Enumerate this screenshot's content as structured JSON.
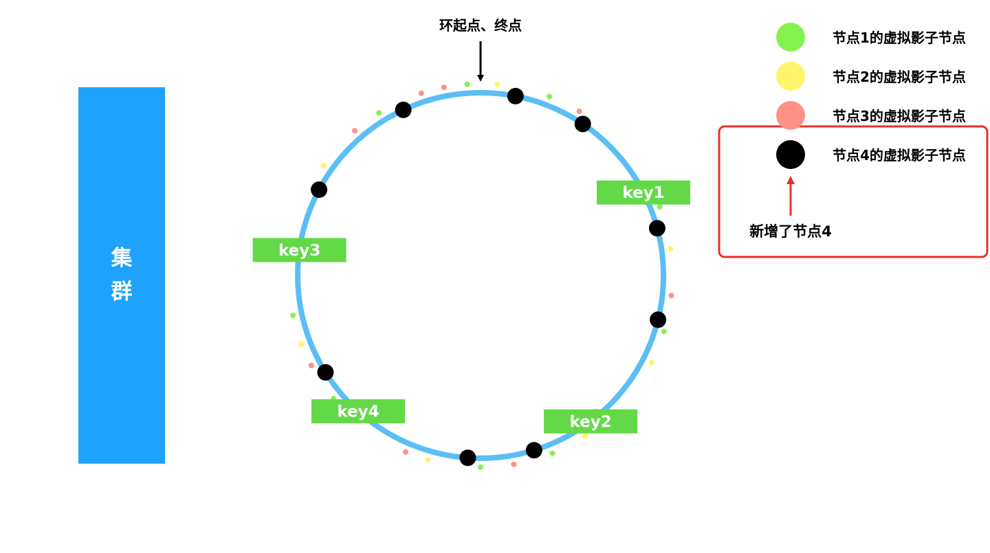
{
  "cluster": {
    "label": "集群",
    "color": "#1fa2fb"
  },
  "ring": {
    "start_label": "环起点、终点",
    "color": "#5bbef5"
  },
  "keys": [
    {
      "label": "key1",
      "angle_deg": 63
    },
    {
      "label": "key2",
      "angle_deg": 143
    },
    {
      "label": "key3",
      "angle_deg": 278
    },
    {
      "label": "key4",
      "angle_deg": 222
    }
  ],
  "key_color": "#63d948",
  "node_colors": {
    "node1": "#86f24f",
    "node2": "#fff56a",
    "node3": "#ff9088",
    "node4": "#000000"
  },
  "virtual_nodes": [
    {
      "node": "node4",
      "angle": 11
    },
    {
      "node": "node4",
      "angle": 34
    },
    {
      "node": "node4",
      "angle": 75
    },
    {
      "node": "node4",
      "angle": 104
    },
    {
      "node": "node4",
      "angle": 141
    },
    {
      "node": "node4",
      "angle": 163
    },
    {
      "node": "node4",
      "angle": 184
    },
    {
      "node": "node4",
      "angle": 238
    },
    {
      "node": "node4",
      "angle": 298
    },
    {
      "node": "node4",
      "angle": 335
    },
    {
      "node": "node1",
      "angle": 356
    },
    {
      "node": "node2",
      "angle": 5
    },
    {
      "node": "node1",
      "angle": 21
    },
    {
      "node": "node3",
      "angle": 31
    },
    {
      "node": "node1",
      "angle": 69
    },
    {
      "node": "node2",
      "angle": 82
    },
    {
      "node": "node3",
      "angle": 96
    },
    {
      "node": "node1",
      "angle": 107
    },
    {
      "node": "node2",
      "angle": 117
    },
    {
      "node": "node3",
      "angle": 139
    },
    {
      "node": "node2",
      "angle": 147
    },
    {
      "node": "node1",
      "angle": 158
    },
    {
      "node": "node3",
      "angle": 170
    },
    {
      "node": "node1",
      "angle": 180
    },
    {
      "node": "node2",
      "angle": 196
    },
    {
      "node": "node3",
      "angle": 203
    },
    {
      "node": "node1",
      "angle": 224
    },
    {
      "node": "node1",
      "angle": 230
    },
    {
      "node": "node3",
      "angle": 242
    },
    {
      "node": "node2",
      "angle": 249
    },
    {
      "node": "node1",
      "angle": 258
    },
    {
      "node": "node2",
      "angle": 305
    },
    {
      "node": "node3",
      "angle": 319
    },
    {
      "node": "node1",
      "angle": 328
    },
    {
      "node": "node3",
      "angle": 342
    },
    {
      "node": "node3",
      "angle": 349
    }
  ],
  "legend": [
    {
      "node": "node1",
      "label": "节点1的虚拟影子节点"
    },
    {
      "node": "node2",
      "label": "节点2的虚拟影子节点"
    },
    {
      "node": "node3",
      "label": "节点3的虚拟影子节点"
    },
    {
      "node": "node4",
      "label": "节点4的虚拟影子节点"
    }
  ],
  "callout": {
    "label": "新增了节点4",
    "color": "#e8302a"
  }
}
